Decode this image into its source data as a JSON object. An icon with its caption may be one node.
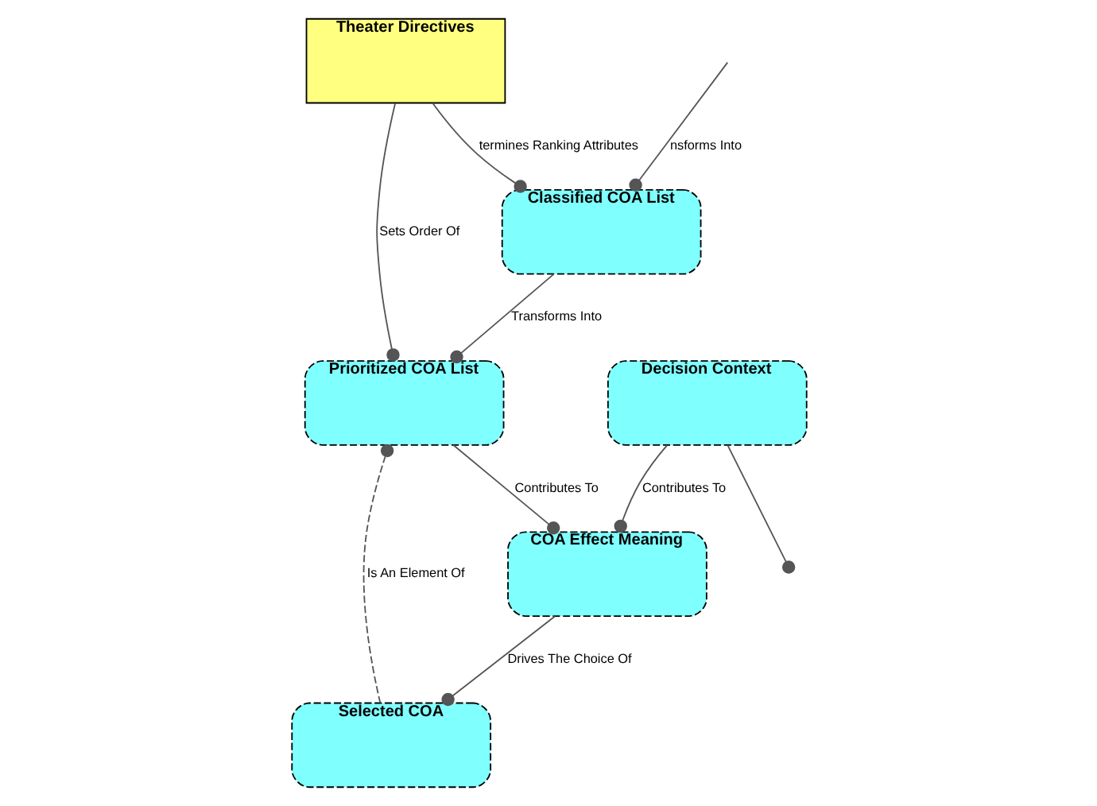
{
  "diagram": {
    "nodes": [
      {
        "text": [
          "Theater Directives"
        ]
      },
      {
        "text": [
          "Decision Context"
        ]
      },
      {
        "text": [
          "Classified COA List"
        ]
      },
      {
        "text": [
          "COA Effect Meaning"
        ]
      },
      {
        "text": [
          "Prioritized COA List"
        ]
      },
      {
        "text": [
          "Selected COA"
        ]
      }
    ],
    "edges": [
      {
        "from": 1,
        "to": null,
        "arrow": "other"
      },
      {
        "from": 0,
        "to": 2,
        "label": "termines Ranking Attributes",
        "arrow": "other"
      },
      {
        "from": null,
        "to": 2,
        "label": "nsforms Into",
        "arrow": "other"
      },
      {
        "from": 0,
        "to": 4,
        "label": "Sets Order Of",
        "arrow": "other"
      },
      {
        "from": 1,
        "to": 3,
        "label": "Contributes To",
        "arrow": "other"
      },
      {
        "from": 2,
        "to": 4,
        "label": "Transforms Into",
        "arrow": "other"
      },
      {
        "from": 4,
        "to": 3,
        "label": "Contributes To",
        "arrow": "other"
      },
      {
        "from": 3,
        "to": 5,
        "label": "Drives The Choice Of",
        "arrow": "other"
      },
      {
        "from": 5,
        "to": 4,
        "label": "Is An Element Of",
        "arrow": "other",
        "style": "dashed"
      }
    ]
  }
}
